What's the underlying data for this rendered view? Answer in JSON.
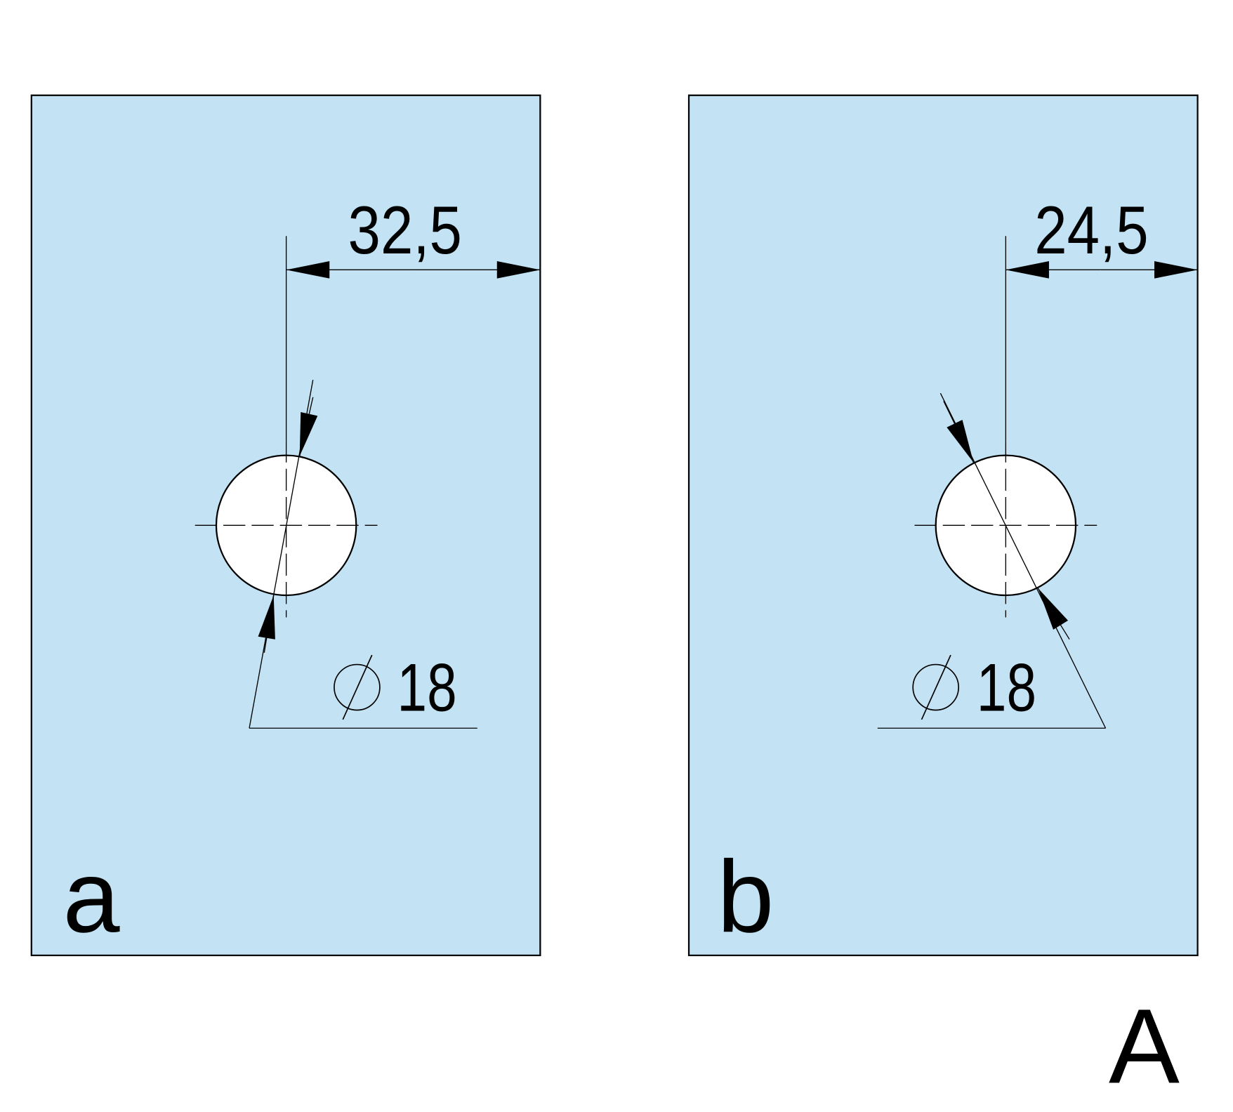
{
  "colors": {
    "panel": "#c3e3f5",
    "line": "#000000",
    "hole": "#ffffff"
  },
  "panels": [
    {
      "label": "a",
      "offset_dim": "32,5",
      "diameter_dim": "18",
      "diameter_symbol": "⌀"
    },
    {
      "label": "b",
      "offset_dim": "24,5",
      "diameter_dim": "18",
      "diameter_symbol": "⌀"
    }
  ],
  "view_label": "A"
}
